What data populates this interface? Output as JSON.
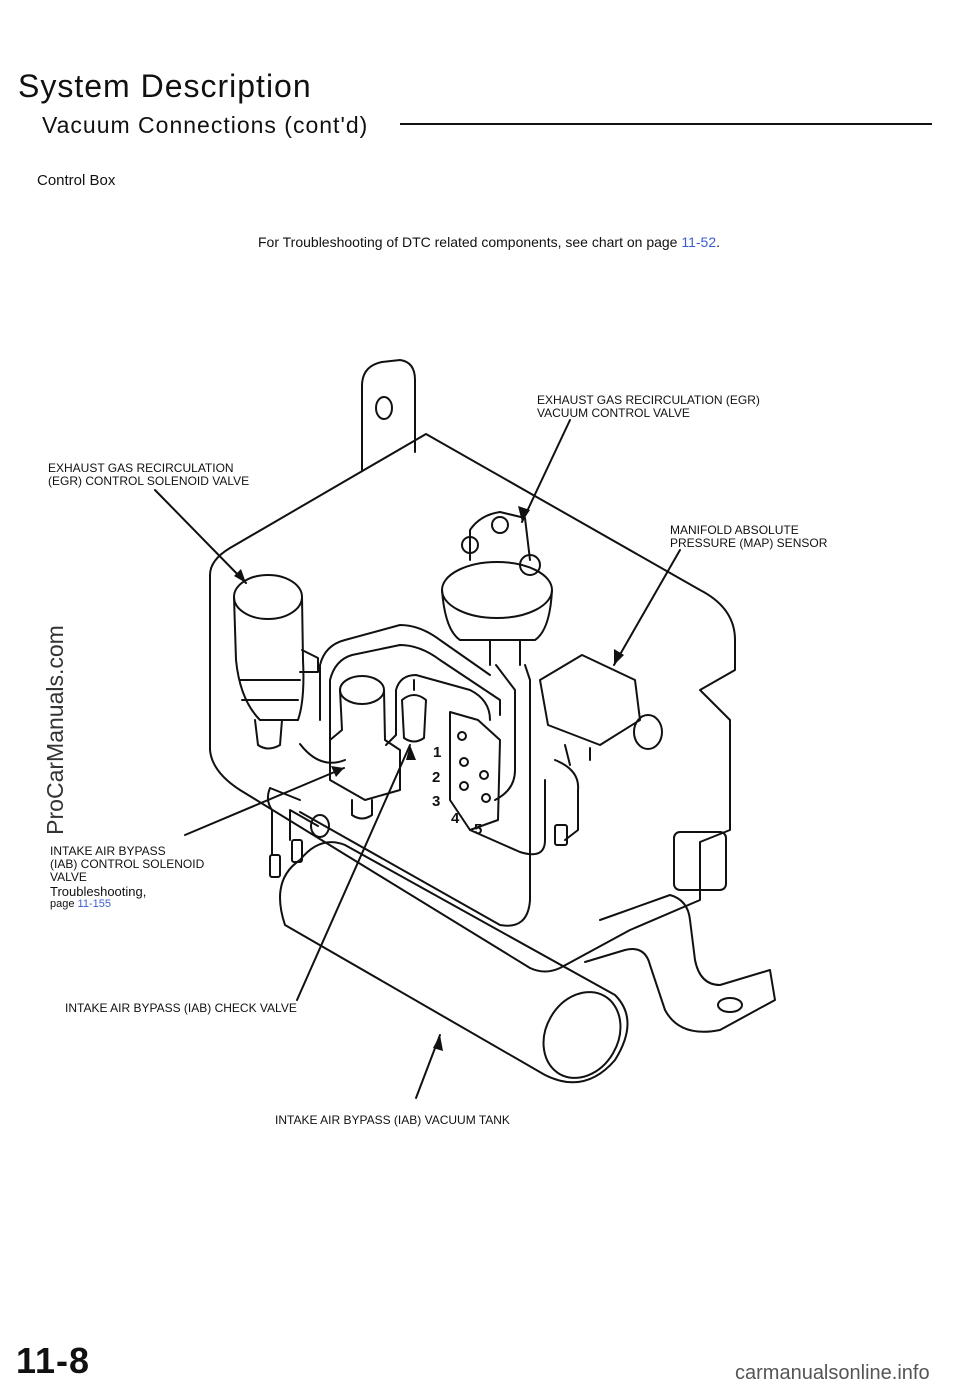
{
  "header": {
    "title": "System Description",
    "subtitle": "Vacuum Connections (cont'd)",
    "section": "Control Box"
  },
  "note": {
    "text": "For Troubleshooting of DTC related components, see chart on page",
    "link": "11-52",
    "end": "."
  },
  "labels": {
    "egr_vacuum_valve": [
      "EXHAUST GAS RECIRCULATION (EGR)",
      "VACUUM CONTROL VALVE"
    ],
    "egr_solenoid": [
      "EXHAUST GAS RECIRCULATION",
      "(EGR) CONTROL SOLENOID VALVE"
    ],
    "map_sensor": [
      "MANIFOLD ABSOLUTE",
      "PRESSURE (MAP) SENSOR"
    ],
    "iab_solenoid": [
      "INTAKE AIR BYPASS",
      "(IAB) CONTROL SOLENOID",
      "VALVE"
    ],
    "iab_troubleshooting": "Troubleshooting,",
    "iab_page_prefix": "page",
    "iab_page_link": "11-155",
    "iab_check_valve": "INTAKE AIR BYPASS (IAB) CHECK VALVE",
    "iab_vacuum_tank": "INTAKE AIR BYPASS (IAB) VACUUM TANK"
  },
  "port_numbers": [
    "1",
    "2",
    "3",
    "4",
    "5"
  ],
  "footer": {
    "page_number": "11-8",
    "watermark_left": "ProCarManuals.com",
    "watermark_bottom": "carmanualsonline.info"
  },
  "colors": {
    "link": "#3a5ed0",
    "ink": "#111111"
  }
}
